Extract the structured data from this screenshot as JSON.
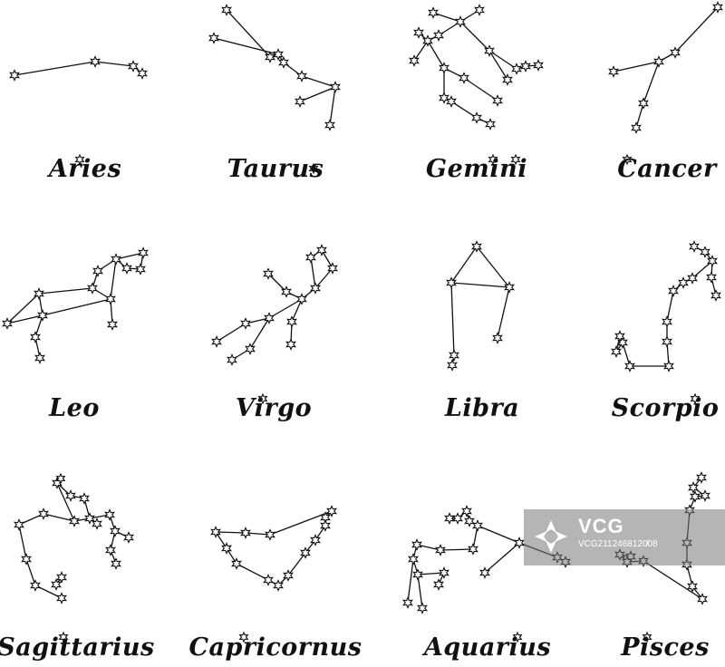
{
  "constellations": [
    {
      "name": "Aries"
    },
    {
      "name": "Taurus"
    },
    {
      "name": "Gemini"
    },
    {
      "name": "Cancer"
    },
    {
      "name": "Leo"
    },
    {
      "name": "Virgo"
    },
    {
      "name": "Libra"
    },
    {
      "name": "Scorpio"
    },
    {
      "name": "Sagittarius"
    },
    {
      "name": "Capricornus"
    },
    {
      "name": "Aquarius"
    },
    {
      "name": "Pisces"
    }
  ],
  "watermark": {
    "brand": "VCG",
    "id": "VCG2112468120̸08"
  },
  "colors": {
    "ink": "#111111",
    "background": "#ffffff"
  }
}
